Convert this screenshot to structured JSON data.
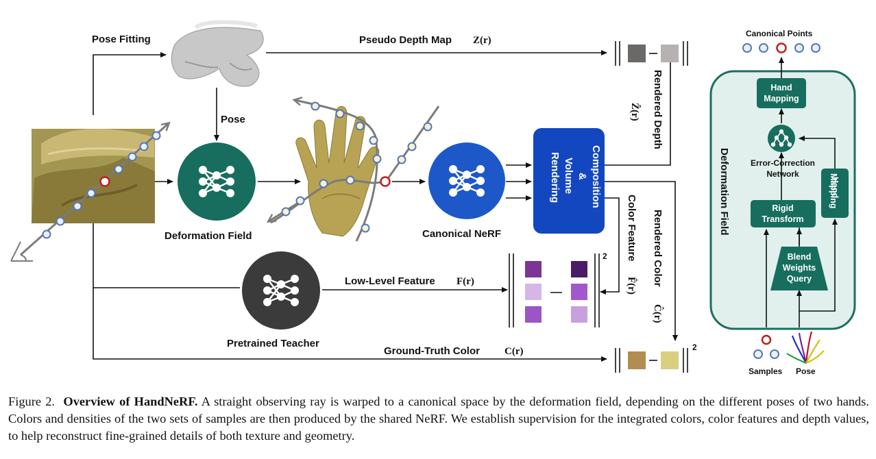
{
  "figure": {
    "labels": {
      "pose_fitting": "Pose Fitting",
      "pseudo_depth_map": "Pseudo Depth Map",
      "pseudo_depth_sym": "Z(r)",
      "pose": "Pose",
      "deformation_field": "Deformation Field",
      "canonical_nerf": "Canonical NeRF",
      "composition_lines": [
        "Composition",
        "&",
        "Volume",
        "Rendering"
      ],
      "rendered_depth": "Rendered Depth",
      "rendered_depth_sym": "Ẑ(r)",
      "color_feature": "Color Feature",
      "color_feature_sym": "F̂(r)",
      "rendered_color": "Rendered Color",
      "rendered_color_sym": "Ĉ(r)",
      "low_level_feature": "Low-Level Feature",
      "low_level_feature_sym": "F(r)",
      "pretrained_teacher": "Pretrained Teacher",
      "ground_truth_color": "Ground-Truth Color",
      "ground_truth_color_sym": "C(r)",
      "square_exponent": "2"
    },
    "panel": {
      "canonical_points": "Canonical Points",
      "hand_mapping_top": [
        "Hand",
        "Mapping"
      ],
      "error_correction": [
        "Error-Correction",
        "Network"
      ],
      "deformation_field_vertical": "Deformation Field",
      "rigid_transform": [
        "Rigid",
        "Transform"
      ],
      "hand_mapping_side": [
        "Hand",
        "Mapping"
      ],
      "blend_weights": [
        "Blend",
        "Weights",
        "Query"
      ],
      "samples": "Samples",
      "pose": "Pose"
    },
    "colors": {
      "deformation_node": "#176e5e",
      "canonical_node": "#1d58c8",
      "composition_box": "#1347c0",
      "teacher_node": "#3b3b3b",
      "panel_fill": "#e1f0ec",
      "panel_stroke": "#1b6e60",
      "panel_box": "#176e5e",
      "depth_dark": "#6b6868",
      "depth_light": "#b6b2b2",
      "gt_color": "#b28d4f",
      "rendered_color": "#d9cf80",
      "sample_ring": "#a4231f"
    }
  },
  "caption": {
    "prefix": "Figure 2.",
    "title": "Overview of HandNeRF.",
    "text": "A straight observing ray is warped to a canonical space by the deformation field, depending on the different poses of two hands. Colors and densities of the two sets of samples are then produced by the shared NeRF. We establish supervision for the integrated colors, color features and depth values, to help reconstruct fine-grained details of both texture and geometry."
  }
}
